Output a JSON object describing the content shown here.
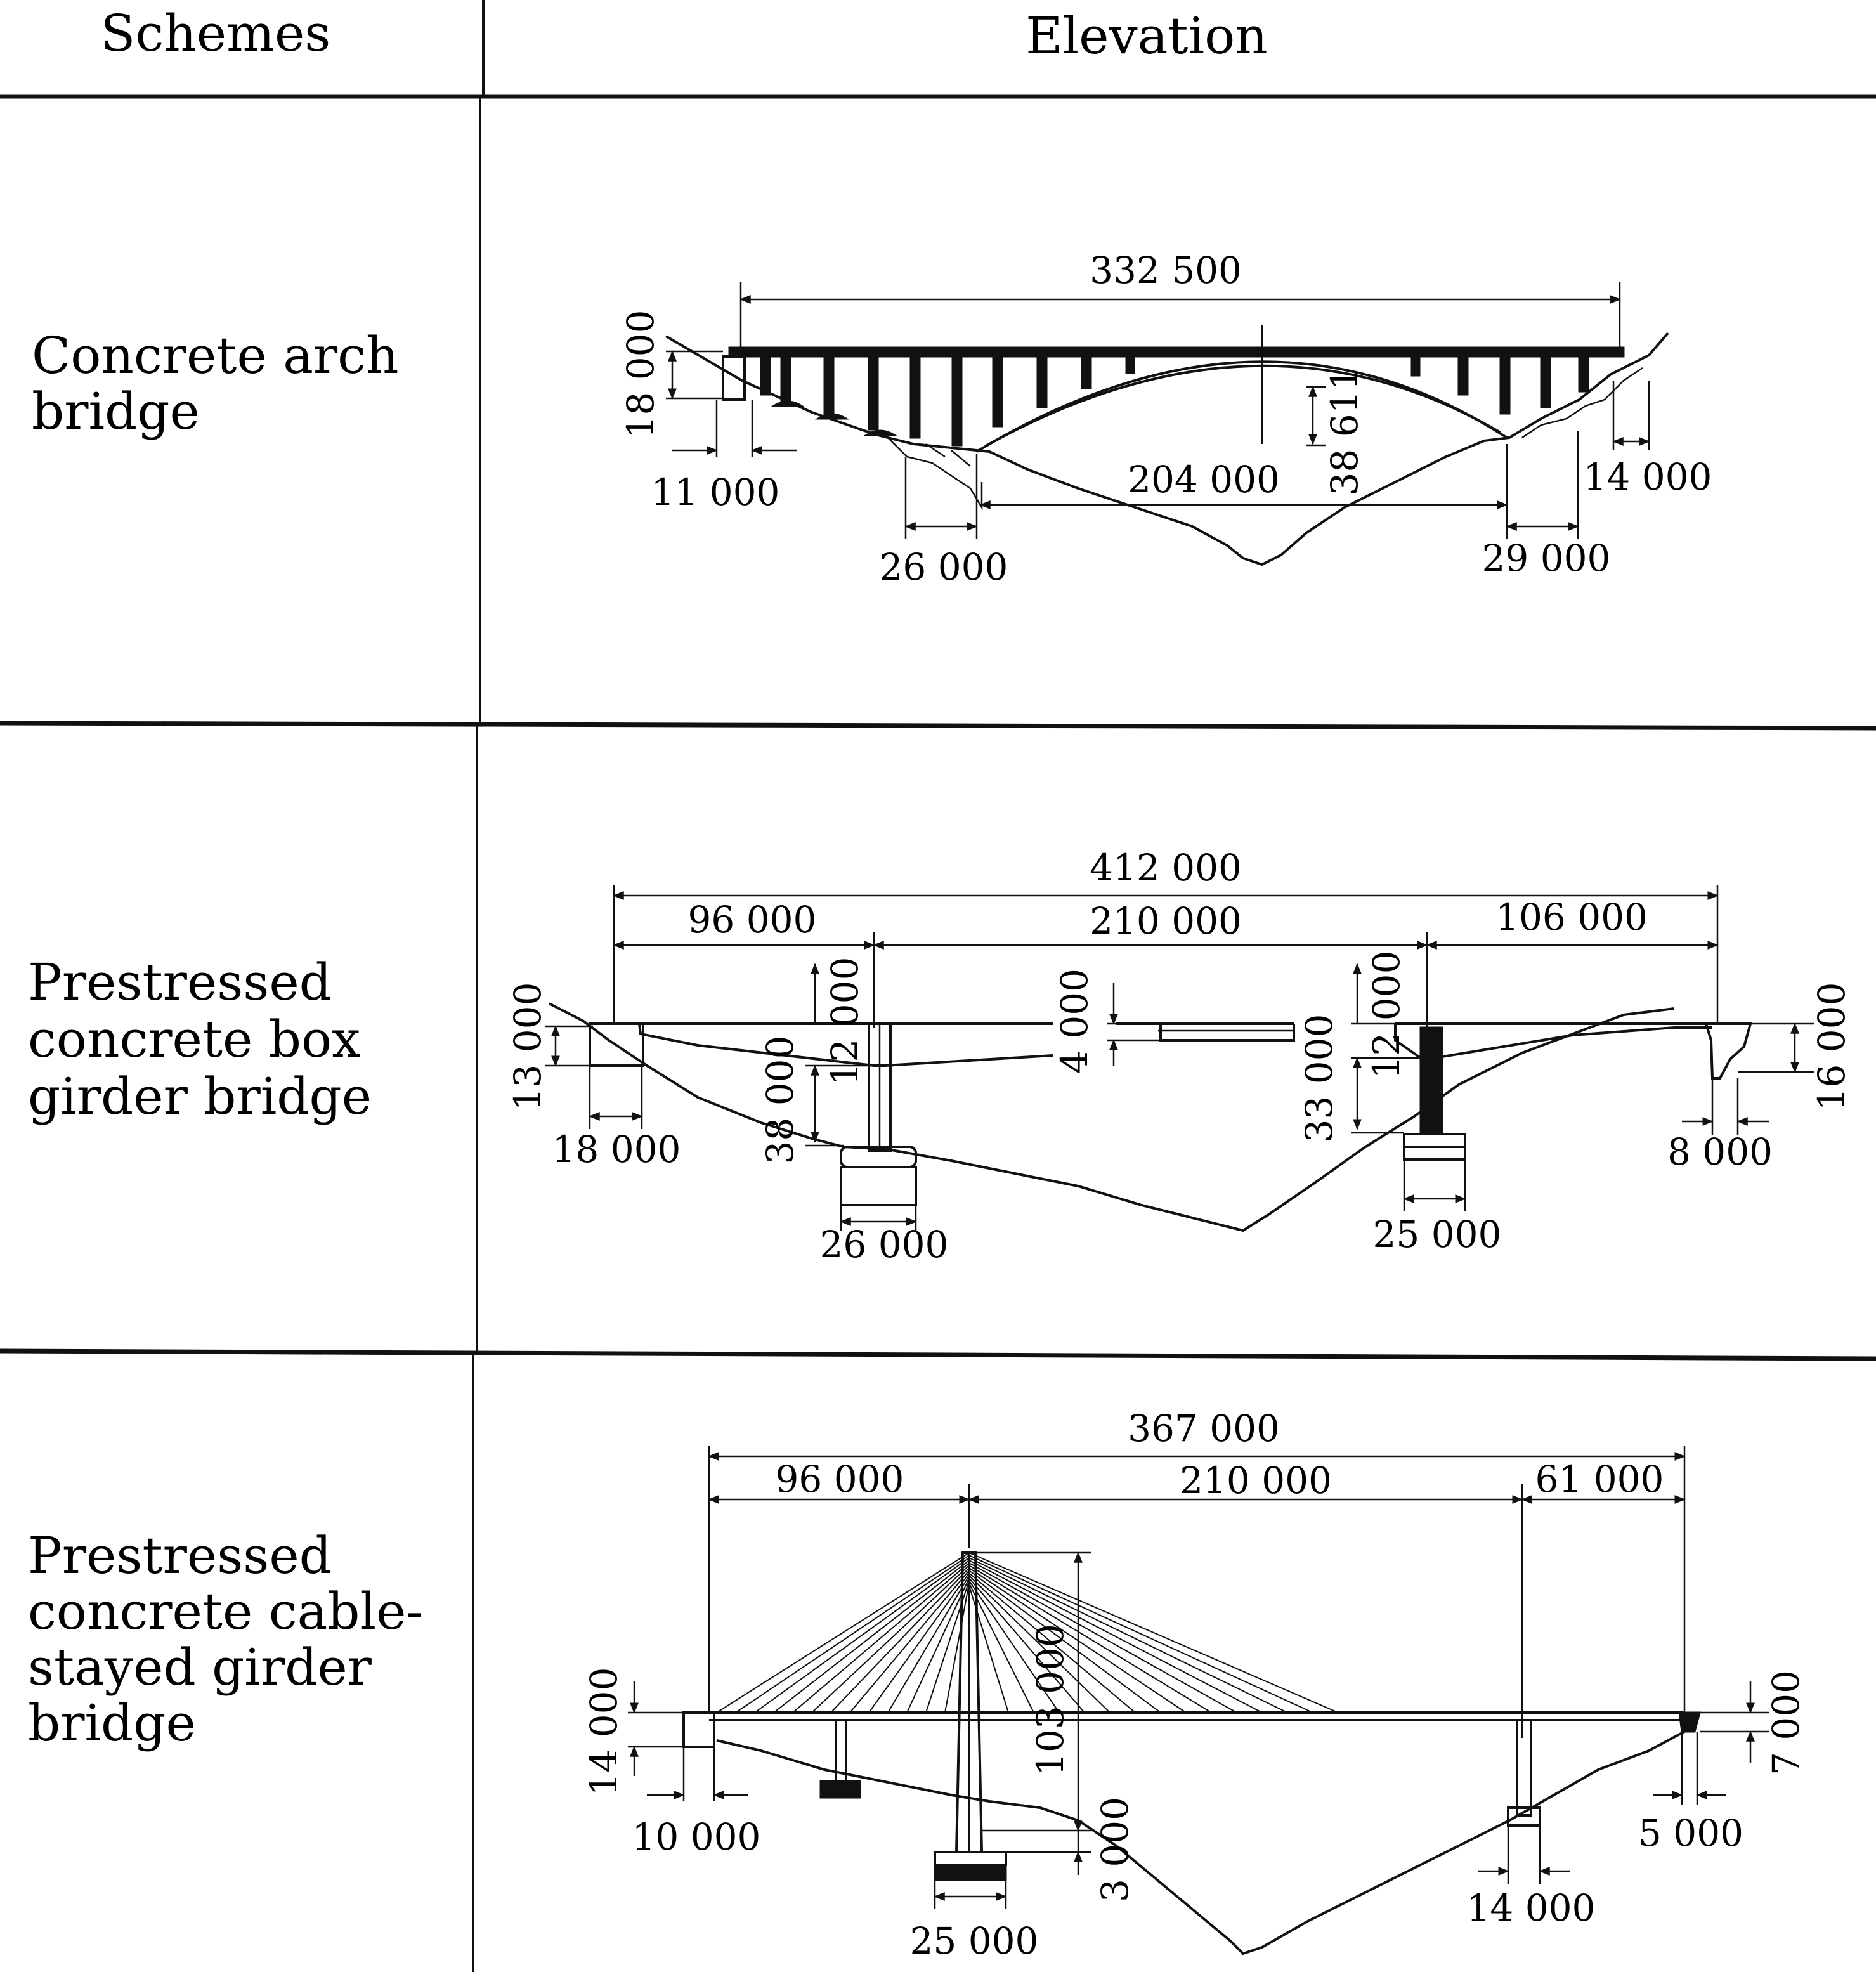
{
  "header": {
    "schemes_label": "Schemes",
    "elevation_label": "Elevation"
  },
  "schemes": [
    {
      "name_lines": [
        "Concrete arch",
        "bridge"
      ],
      "dimensions": {
        "total": "332 500",
        "height_left": "18 000",
        "left_abutment": "11 000",
        "left_footing": "26 000",
        "arch_span": "204 000",
        "arch_rise": "38 611",
        "right_footing": "29 000",
        "right_abutment": "14 000"
      }
    },
    {
      "name_lines": [
        "Prestressed",
        "concrete box",
        "girder bridge"
      ],
      "dimensions": {
        "total": "412 000",
        "span_left": "96 000",
        "span_main": "210 000",
        "span_right": "106 000",
        "height_left": "13 000",
        "left_abutment": "18 000",
        "pier1_top": "12 000",
        "pier1_height": "38 000",
        "pier1_footing": "26 000",
        "midspan_depth": "4 000",
        "pier2_top": "12 000",
        "pier2_height": "33 000",
        "pier2_footing": "25 000",
        "right_abutment": "8 000",
        "height_right": "16 000"
      }
    },
    {
      "name_lines": [
        "Prestressed",
        "concrete cable-",
        "stayed girder",
        "bridge"
      ],
      "dimensions": {
        "total": "367 000",
        "span_left": "96 000",
        "span_main": "210 000",
        "span_right": "61 000",
        "height_left": "14 000",
        "left_abutment": "10 000",
        "tower_height": "103 000",
        "tower_footing_depth": "3 000",
        "tower_footing": "25 000",
        "pier_footing": "14 000",
        "right_abutment": "5 000",
        "height_right": "7 000"
      }
    }
  ]
}
